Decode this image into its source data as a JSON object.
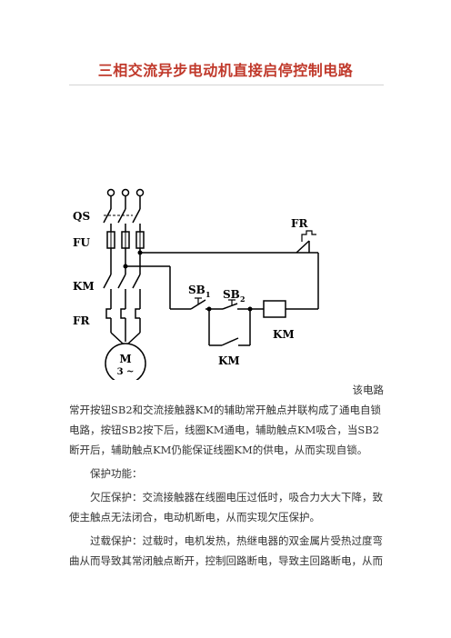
{
  "document": {
    "title": "三相交流异步电动机直接启停控制电路",
    "paragraphs": {
      "lead": "该电路",
      "p1": "常开按钮SB2和交流接触器KM的辅助常开触点并联构成了通电自锁电路，按钮SB2按下后，线圈KM通电，辅助触点KM吸合，当SB2断开后，辅助触点KM仍能保证线圈KM的供电，从而实现自锁。",
      "p2": "保护功能：",
      "p3": "欠压保护：交流接触器在线圈电压过低时，吸合力大大下降，致使主触点无法闭合，电动机断电，从而实现欠压保护。",
      "p4": "过载保护：过载时，电机发热，热继电器的双金属片受热过度弯曲从而导致其常闭触点断开，控制回路断电，导致主回路断电，从而"
    }
  },
  "diagram": {
    "labels": {
      "qs": "QS",
      "fu": "FU",
      "km": "KM",
      "fr": "FR",
      "fr_control": "FR",
      "sb1": "SB",
      "sb1_sub": "1",
      "sb2": "SB",
      "sb2_sub": "2",
      "km_coil": "KM",
      "km_aux": "KM",
      "motor": "M",
      "motor_sub": "3 ~"
    }
  }
}
